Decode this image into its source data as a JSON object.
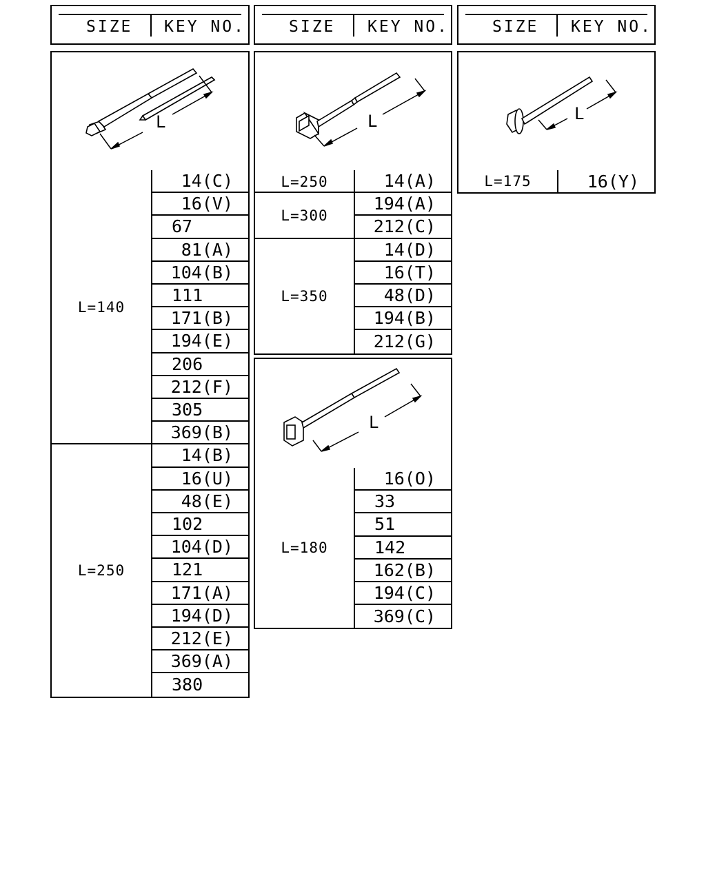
{
  "headers": [
    {
      "size": "SIZE",
      "key": "KEY NO."
    },
    {
      "size": "SIZE",
      "key": "KEY NO."
    },
    {
      "size": "SIZE",
      "key": "KEY NO."
    }
  ],
  "dimension_label": "L",
  "col1": {
    "groups": [
      {
        "size": "L=140",
        "keys": [
          "14(C)",
          "16(V)",
          "67",
          "81(A)",
          "104(B)",
          "111",
          "171(B)",
          "194(E)",
          "206",
          "212(F)",
          "305",
          "369(B)"
        ]
      },
      {
        "size": "L=250",
        "keys": [
          "14(B)",
          "16(U)",
          "48(E)",
          "102",
          "104(D)",
          "121",
          "171(A)",
          "194(D)",
          "212(E)",
          "369(A)",
          "380"
        ]
      }
    ]
  },
  "col2a": {
    "groups": [
      {
        "size": "L=250",
        "keys": [
          "14(A)"
        ]
      },
      {
        "size": "L=300",
        "keys": [
          "194(A)",
          "212(C)"
        ]
      },
      {
        "size": "L=350",
        "keys": [
          "14(D)",
          "16(T)",
          "48(D)",
          "194(B)",
          "212(G)"
        ]
      }
    ]
  },
  "col2b": {
    "groups": [
      {
        "size": "L=180",
        "keys": [
          "16(O)",
          "33",
          "51",
          "142",
          "162(B)",
          "194(C)",
          "369(C)"
        ]
      }
    ]
  },
  "col3": {
    "groups": [
      {
        "size": "L=175",
        "keys": [
          "16(Y)"
        ]
      }
    ]
  }
}
